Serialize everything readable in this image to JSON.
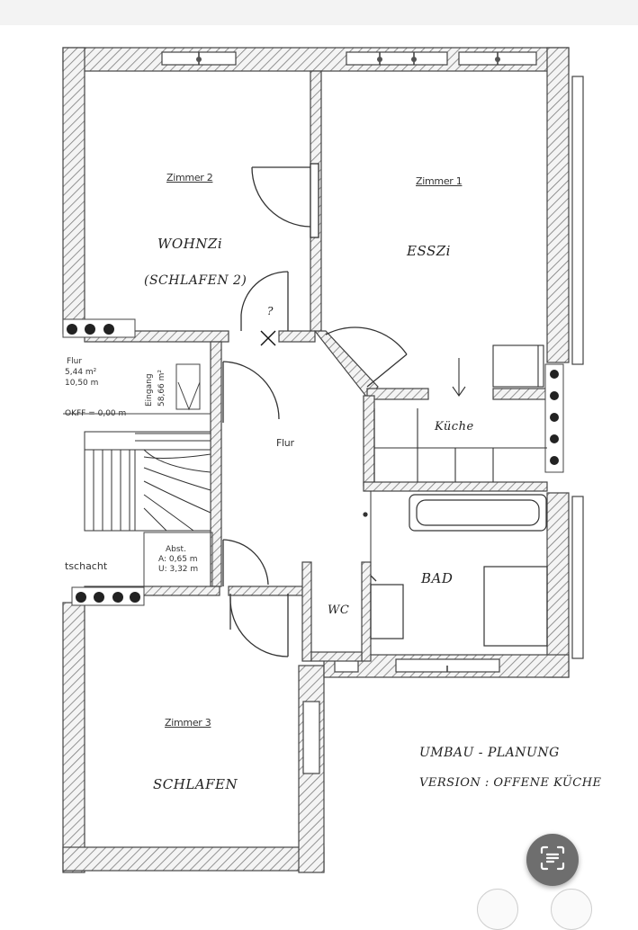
{
  "rooms": {
    "zimmer2": "Zimmer 2",
    "zimmer1": "Zimmer 1",
    "zimmer3": "Zimmer 3",
    "flur_main": "Flur",
    "flur_side": "Flur",
    "flur_area1": "5,44 m²",
    "flur_area2": "10,50 m",
    "okff": "OKFF = 0,00 m",
    "eingang": "Eingang",
    "eingang_area": "58,66 m²",
    "schacht": "tschacht",
    "abst": "Abst.",
    "abst_a": "A: 0,65 m",
    "abst_u": "U: 3,32 m"
  },
  "handwritten": {
    "wohnzi": "WOHNZi",
    "schlafen2": "(SCHLAFEN 2)",
    "esszi": "ESSZi",
    "kueche": "Küche",
    "bad": "BAD",
    "wc": "WC",
    "schlafen": "SCHLAFEN",
    "question": "?",
    "note_line1": "UMBAU - PLANUNG",
    "note_line2": "VERSION : OFFENE KÜCHE"
  },
  "colors": {
    "wall": "#555555",
    "hatch": "#777777",
    "ink": "#222222",
    "button": "#6e6e6e"
  },
  "icons": {
    "scan_button": "text-scan-icon"
  }
}
